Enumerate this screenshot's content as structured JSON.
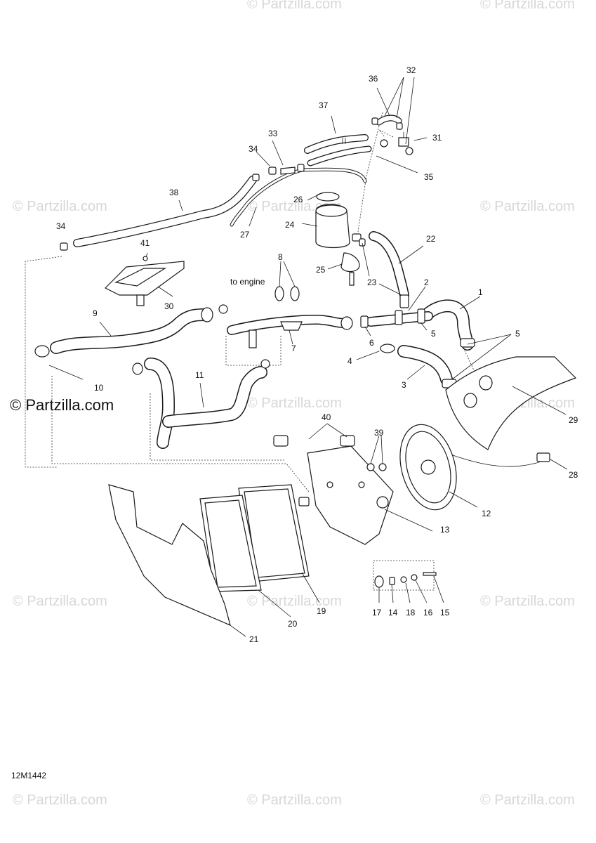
{
  "diagram": {
    "drawing_code": "12M1442",
    "note_to_engine": "to engine",
    "watermark_text": "© Partzilla.com",
    "watermark_main": "© Partzilla.com",
    "callouts": [
      "1",
      "2",
      "3",
      "4",
      "5",
      "5",
      "6",
      "7",
      "8",
      "9",
      "10",
      "11",
      "12",
      "13",
      "14",
      "15",
      "16",
      "17",
      "18",
      "19",
      "20",
      "21",
      "22",
      "23",
      "24",
      "25",
      "26",
      "27",
      "28",
      "29",
      "30",
      "31",
      "32",
      "33",
      "34",
      "34",
      "35",
      "36",
      "37",
      "38",
      "39",
      "40",
      "41"
    ]
  },
  "colors": {
    "line": "#1a1a1a",
    "watermark": "#d7d7d7",
    "background": "#ffffff"
  }
}
